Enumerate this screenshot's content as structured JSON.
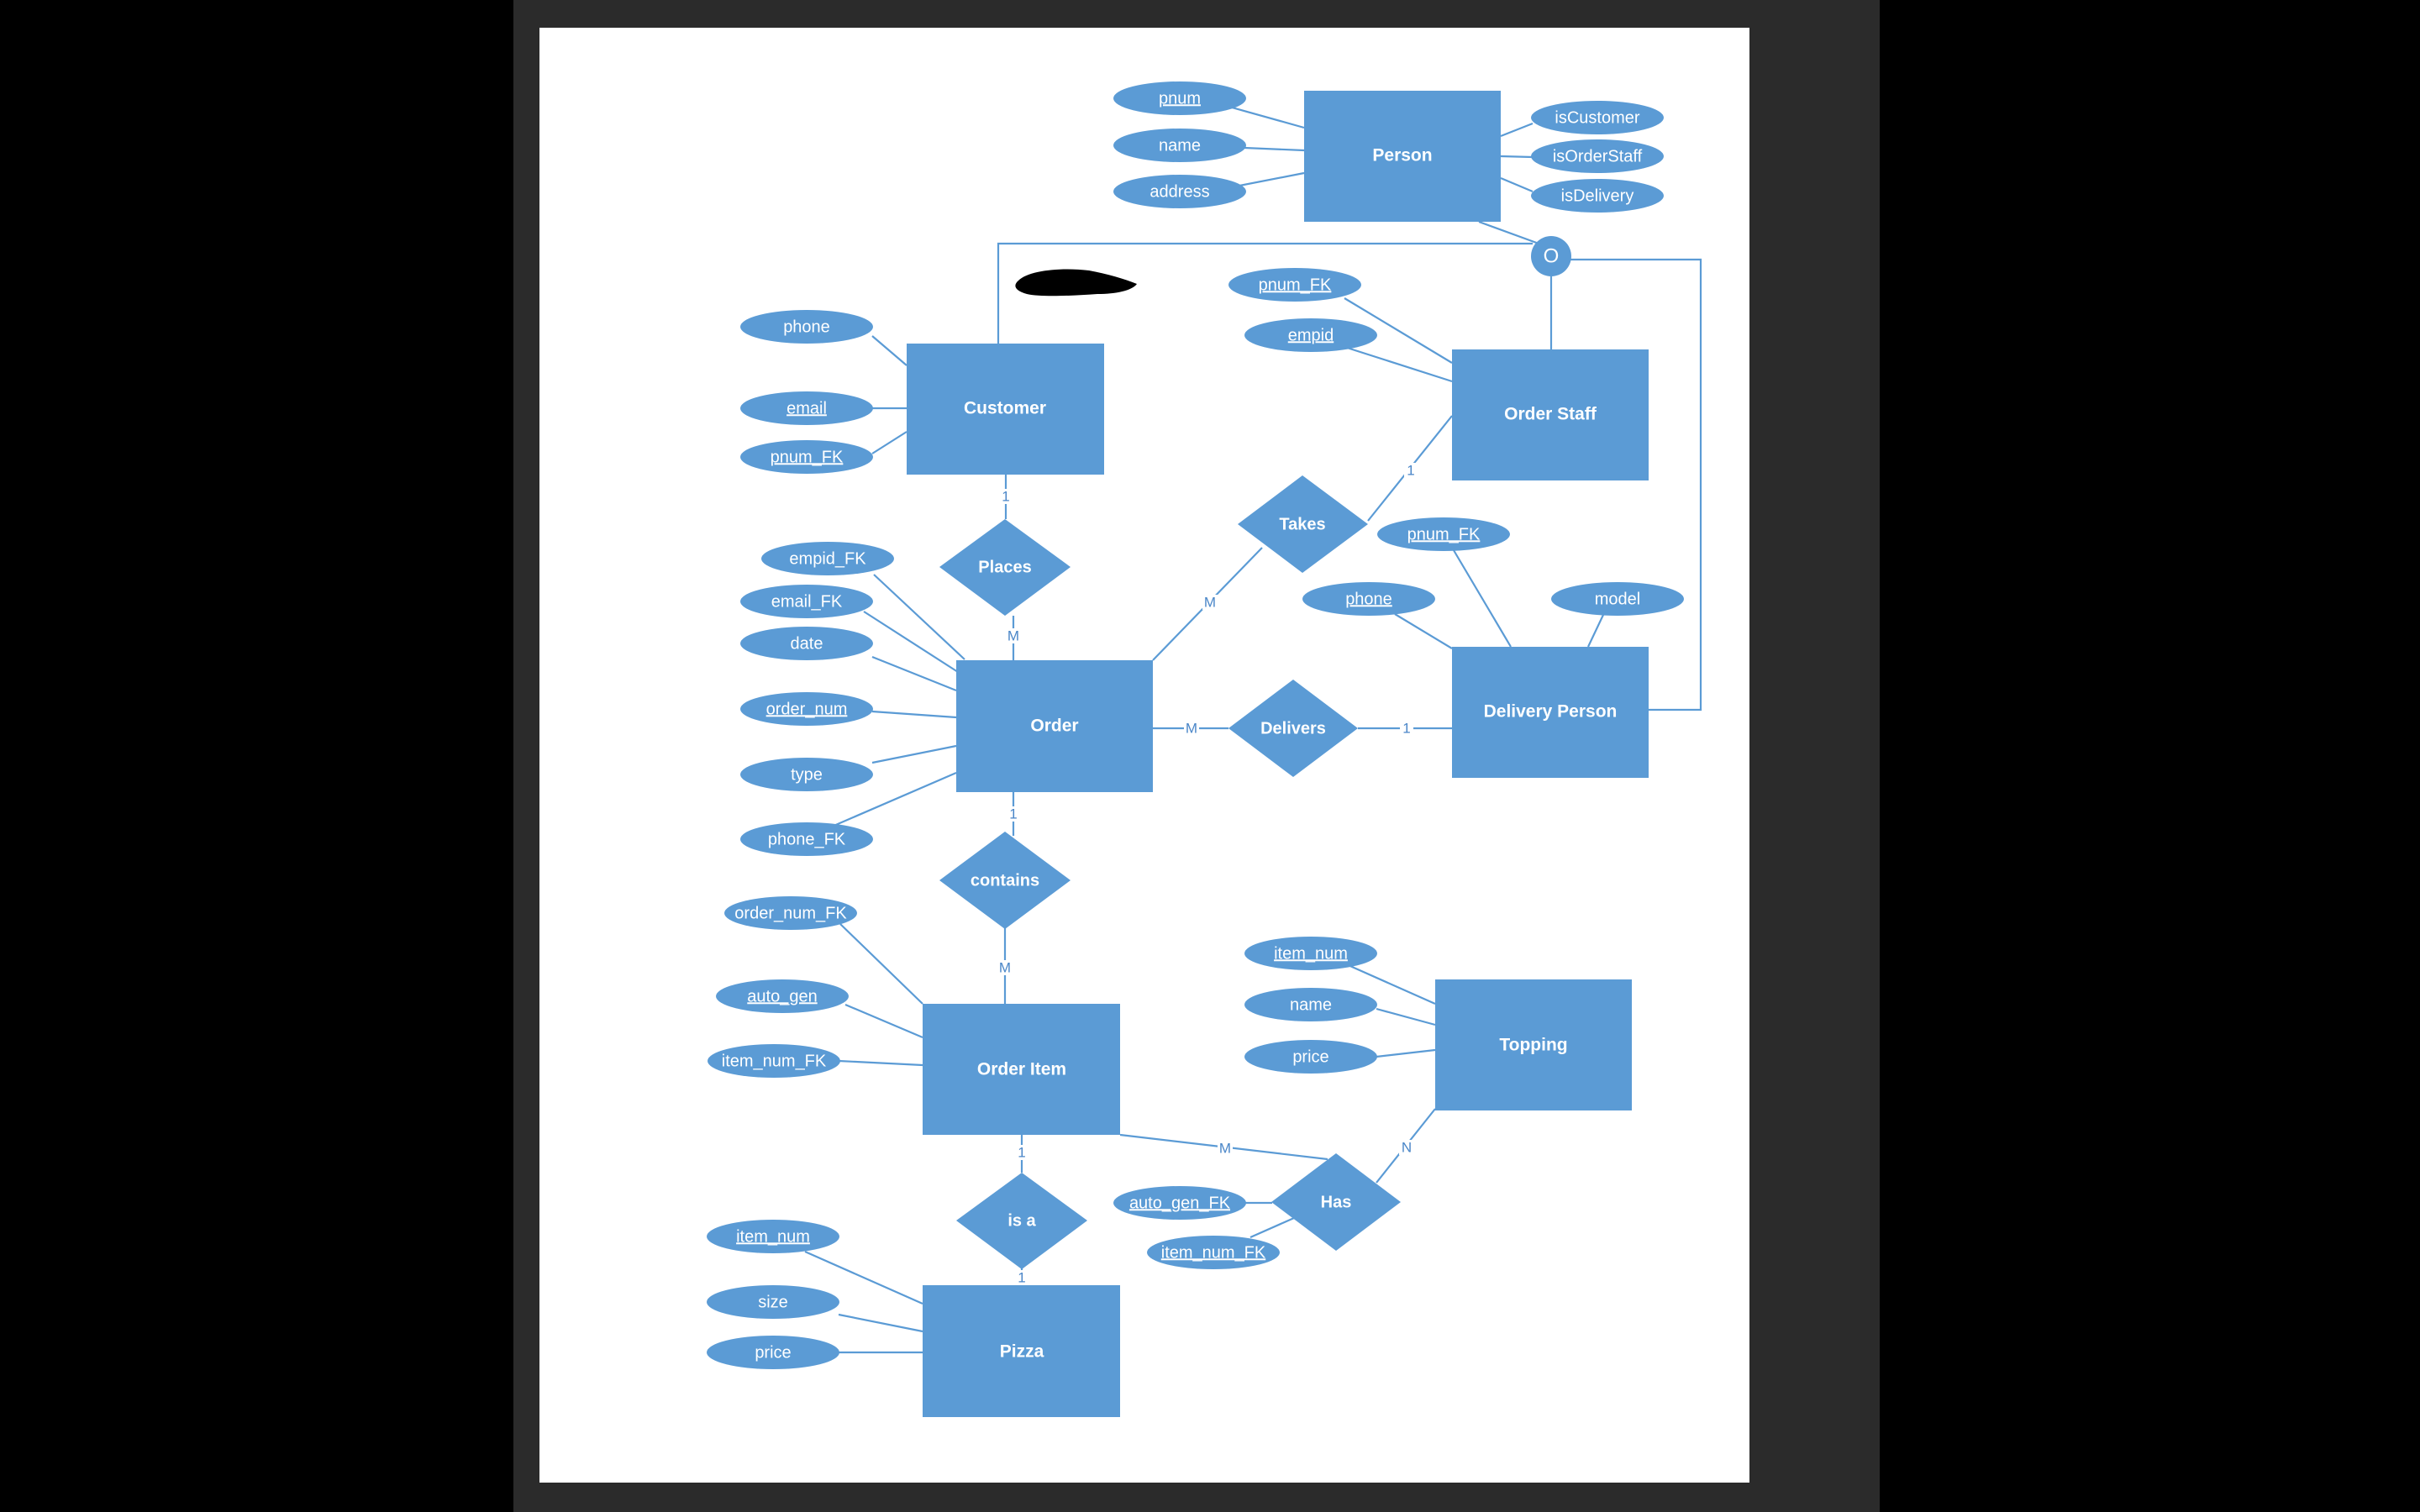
{
  "colors": {
    "shape_fill": "#5b9bd5",
    "line": "#5b9bd5",
    "label": "#ffffff",
    "page": "#ffffff",
    "frame": "#2b2b2b",
    "background": "#000000"
  },
  "entities": {
    "person": "Person",
    "customer": "Customer",
    "order_staff": "Order Staff",
    "order": "Order",
    "delivery_person": "Delivery Person",
    "order_item": "Order Item",
    "topping": "Topping",
    "pizza": "Pizza"
  },
  "relationships": {
    "places": "Places",
    "takes": "Takes",
    "delivers": "Delivers",
    "contains": "contains",
    "has": "Has",
    "is_a": "is a"
  },
  "specialization": {
    "symbol": "O"
  },
  "attributes": {
    "person": {
      "pnum": {
        "label": "pnum",
        "key": true
      },
      "name": {
        "label": "name",
        "key": false
      },
      "address": {
        "label": "address",
        "key": false
      },
      "is_customer": {
        "label": "isCustomer",
        "key": false
      },
      "is_order_staff": {
        "label": "isOrderStaff",
        "key": false
      },
      "is_delivery": {
        "label": "isDelivery",
        "key": false
      }
    },
    "customer": {
      "phone": {
        "label": "phone",
        "key": false
      },
      "email": {
        "label": "email",
        "key": true
      },
      "pnum_fk": {
        "label": "pnum_FK",
        "key": true
      }
    },
    "order_staff": {
      "pnum_fk": {
        "label": "pnum_FK",
        "key": true
      },
      "empid": {
        "label": "empid",
        "key": true
      }
    },
    "delivery_person": {
      "pnum_fk": {
        "label": "pnum_FK",
        "key": true
      },
      "phone": {
        "label": "phone",
        "key": true
      },
      "model": {
        "label": "model",
        "key": false
      }
    },
    "order": {
      "empid_fk": {
        "label": "empid_FK",
        "key": false
      },
      "email_fk": {
        "label": "email_FK",
        "key": false
      },
      "date": {
        "label": "date",
        "key": false
      },
      "order_num": {
        "label": "order_num",
        "key": true
      },
      "type": {
        "label": "type",
        "key": false
      },
      "phone_fk": {
        "label": "phone_FK",
        "key": false
      }
    },
    "order_item": {
      "order_num_fk": {
        "label": "order_num_FK",
        "key": false
      },
      "auto_gen": {
        "label": "auto_gen",
        "key": true
      },
      "item_num_fk": {
        "label": "item_num_FK",
        "key": false
      }
    },
    "topping": {
      "item_num": {
        "label": "item_num",
        "key": true
      },
      "name": {
        "label": "name",
        "key": false
      },
      "price": {
        "label": "price",
        "key": false
      }
    },
    "pizza": {
      "item_num": {
        "label": "item_num",
        "key": true
      },
      "size": {
        "label": "size",
        "key": false
      },
      "price": {
        "label": "price",
        "key": false
      }
    },
    "has": {
      "auto_gen_fk": {
        "label": "auto_gen_FK",
        "key": true
      },
      "item_num_fk": {
        "label": "item_num_FK",
        "key": true
      }
    }
  },
  "cardinalities": {
    "customer_places": "1",
    "places_order": "M",
    "order_takes": "M",
    "takes_order_staff": "1",
    "order_delivers": "M",
    "delivers_delivery_person": "1",
    "order_contains": "1",
    "contains_order_item": "M",
    "order_item_has": "M",
    "has_topping": "N",
    "order_item_is_a": "1",
    "is_a_pizza": "1"
  }
}
